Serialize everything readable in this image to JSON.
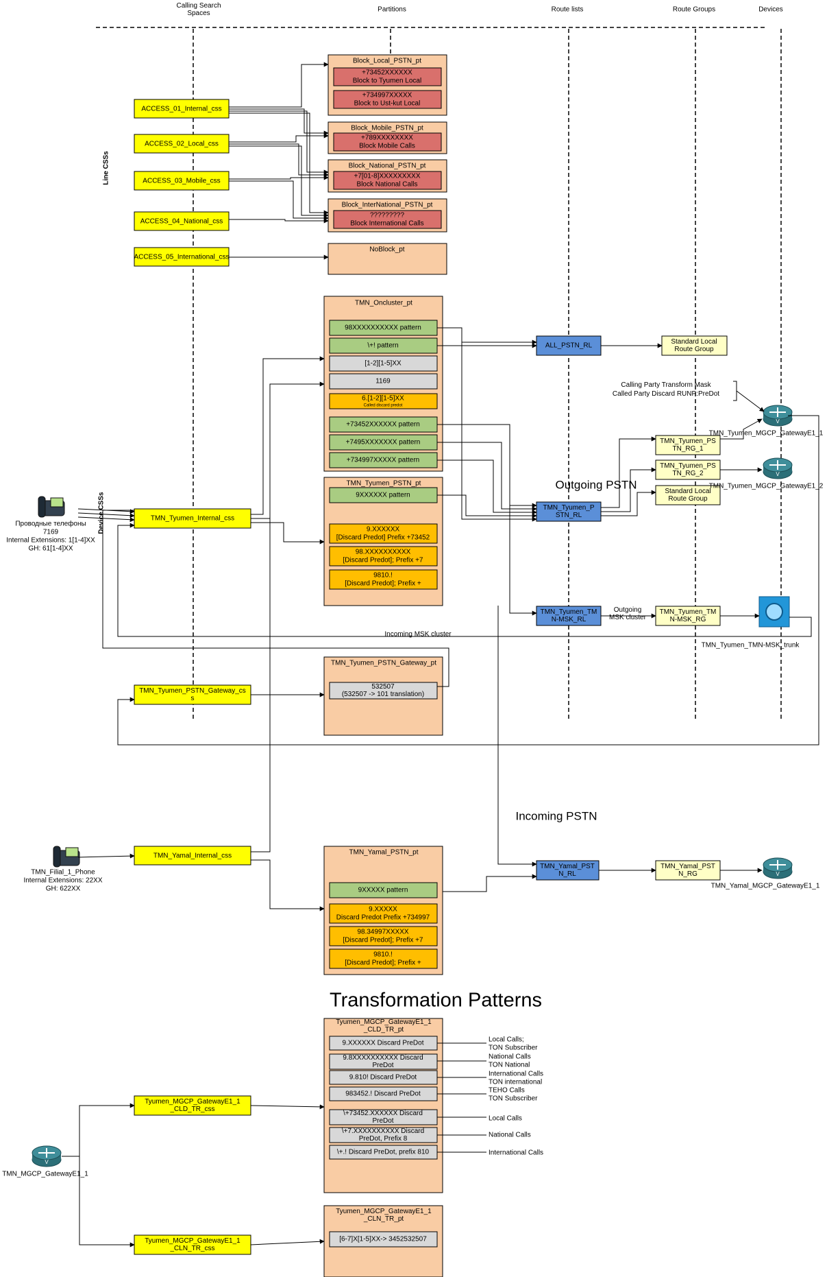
{
  "headers": {
    "css": [
      "Calling Search",
      "Spaces"
    ],
    "partitions": "Partitions",
    "route_lists": "Route lists",
    "route_groups": "Route Groups",
    "devices": "Devices"
  },
  "side_labels": {
    "line": "Line CSSs",
    "device": "Device CSSs"
  },
  "big_labels": {
    "outgoing": "Outgoing PSTN",
    "incoming": "Incoming PSTN",
    "transformation": "Transformation Patterns"
  },
  "line_css": [
    "ACCESS_01_Internal_css",
    "ACCESS_02_Local_css",
    "ACCESS_03_Mobile_css",
    "ACCESS_04_National_css",
    "ACCESS_05_International_css"
  ],
  "block_partitions": [
    {
      "title": "Block_Local_PSTN_pt",
      "patterns": [
        [
          "+73452XXXXXX",
          "Block to Tyumen Local"
        ],
        [
          "+734997XXXXX",
          "Block to Ust-kut Local"
        ]
      ]
    },
    {
      "title": "Block_Mobile_PSTN_pt",
      "patterns": [
        [
          "+789XXXXXXXX",
          "Block Mobile Calls"
        ]
      ]
    },
    {
      "title": "Block_National_PSTN_pt",
      "patterns": [
        [
          "+7[01-8]XXXXXXXXX",
          "Block National Calls"
        ]
      ]
    },
    {
      "title": "Block_InterNational_PSTN_pt",
      "patterns": [
        [
          "?????????",
          "Block International Calls"
        ]
      ]
    }
  ],
  "noblock": "NoBlock_pt",
  "oncluster": {
    "title": "TMN_Oncluster_pt",
    "patterns": [
      [
        "98XXXXXXXXXX pattern"
      ],
      [
        "\\+! pattern"
      ],
      [
        "[1-2][1-5]XX"
      ],
      [
        "1169"
      ],
      [
        "6.[1-2][1-5]XX",
        "Called discard predot"
      ],
      [
        "+73452XXXXXX pattern"
      ],
      [
        "+7495XXXXXXX pattern"
      ],
      [
        "+734997XXXXX pattern"
      ]
    ]
  },
  "tyumen_pstn": {
    "title": "TMN_Tyumen_PSTN_pt",
    "patterns": [
      [
        "9XXXXXX pattern"
      ],
      [
        "9.XXXXXX",
        "[Discard Predot] Prefix +73452"
      ],
      [
        "98.XXXXXXXXXX",
        "[Discard Predot]; Prefix +7"
      ],
      [
        "9810.!",
        "[Discard Predot]; Prefix +"
      ]
    ]
  },
  "gateway_pt": {
    "title": "TMN_Tyumen_PSTN_Gateway_pt",
    "pattern": [
      "532507",
      "(532507 -> 101 translation)"
    ]
  },
  "yamal_pt": {
    "title": "TMN_Yamal_PSTN_pt",
    "patterns": [
      [
        "9XXXXX pattern"
      ],
      [
        "9.XXXXX",
        "Discard Predot Prefix +734997"
      ],
      [
        "98.34997XXXXX",
        "[Discard Predot]; Prefix +7"
      ],
      [
        "9810.!",
        "[Discard Predot]; Prefix +"
      ]
    ]
  },
  "device_css": {
    "tyumen_internal": "TMN_Tyumen_Internal_css",
    "gateway_css": [
      "TMN_Tyumen_PSTN_Gateway_cs",
      "s"
    ],
    "yamal_internal": "TMN_Yamal_Internal_css"
  },
  "route_lists": {
    "all": "ALL_PSTN_RL",
    "tyumen": [
      "TMN_Tyumen_P",
      "STN_RL"
    ],
    "msk": [
      "TMN_Tyumen_TM",
      "N-MSK_RL"
    ],
    "yamal": [
      "TMN_Yamal_PST",
      "N_RL"
    ]
  },
  "route_groups": {
    "std1": [
      "Standard Local",
      "Route Group"
    ],
    "rg1": [
      "TMN_Tyumen_PS",
      "TN_RG_1"
    ],
    "rg2": [
      "TMN_Tyumen_PS",
      "TN_RG_2"
    ],
    "std2": [
      "Standard Local",
      "Route Group"
    ],
    "msk": [
      "TMN_Tyumen_TM",
      "N-MSK_RG"
    ],
    "yamal": [
      "TMN_Yamal_PST",
      "N_RG"
    ]
  },
  "devices": {
    "gw1": "TMN_Tyumen_MGCP_GatewayE1_1",
    "gw2": "TMN_Tyumen_MGCP_GatewayE1_2",
    "trunk": "TMN_Tyumen_TMN-MSK_trunk",
    "yamal_gw": "TMN_Yamal_MGCP_GatewayE1_1",
    "mgcp": "TMN_MGCP_GatewayE1_1"
  },
  "transform_note": [
    "Calling Party Transform Mask",
    "Called Party Discard RUNP:PreDot"
  ],
  "link_labels": {
    "outgoing_msk": [
      "Outgoing",
      "MSK cluster"
    ],
    "incoming_msk": "Incoming MSK cluster"
  },
  "phones": {
    "tyumen": [
      "Проводные телефоны",
      "7169",
      "Internal Extensions: 1[1-4]XX",
      "GH: 61[1-4]XX"
    ],
    "yamal": [
      "TMN_Filial_1_Phone",
      "Internal Extensions: 22XX",
      "GH: 622XX"
    ]
  },
  "cld_pt": {
    "title": [
      "Tyumen_MGCP_GatewayE1_1",
      "_CLD_TR_pt"
    ],
    "patterns": [
      [
        "9.XXXXXX  Discard PreDot"
      ],
      [
        "9.8XXXXXXXXXX  Discard",
        "PreDot"
      ],
      [
        "9.810!  Discard PreDot"
      ],
      [
        "983452.!  Discard PreDot"
      ],
      [
        "\\+73452.XXXXXX  Discard",
        "PreDot"
      ],
      [
        "\\+7.XXXXXXXXXX  Discard",
        "PreDot, Prefix 8"
      ],
      [
        "\\+.!  Discard PreDot, prefix 810"
      ]
    ]
  },
  "cld_notes": [
    [
      "Local Calls;",
      "TON Subscriber"
    ],
    [
      "National Calls",
      "TON National"
    ],
    [
      "International Calls",
      "TON international"
    ],
    [
      "TEHO Calls",
      "TON Subscriber"
    ],
    [
      "Local Calls"
    ],
    [
      "National Calls"
    ],
    [
      "International Calls"
    ]
  ],
  "cln_pt": {
    "title": [
      "Tyumen_MGCP_GatewayE1_1",
      "_CLN_TR_pt"
    ],
    "pattern": "[6-7]X[1-5]XX-> 3452532507"
  },
  "tr_css": {
    "cld": [
      "Tyumen_MGCP_GatewayE1_1",
      "_CLD_TR_css"
    ],
    "cln": [
      "Tyumen_MGCP_GatewayE1_1",
      "_CLN_TR_css"
    ]
  },
  "colors": {
    "css_fill": "#ffff00",
    "pt_fill": "#f9cca4",
    "block_fill": "#d9706c",
    "green": "#a9cc82",
    "grey": "#d8d8d8",
    "orange": "#ffbe00",
    "rl_fill": "#5b8fd8",
    "rg_fill": "#ffffc6",
    "router": "#3f8e9a"
  }
}
